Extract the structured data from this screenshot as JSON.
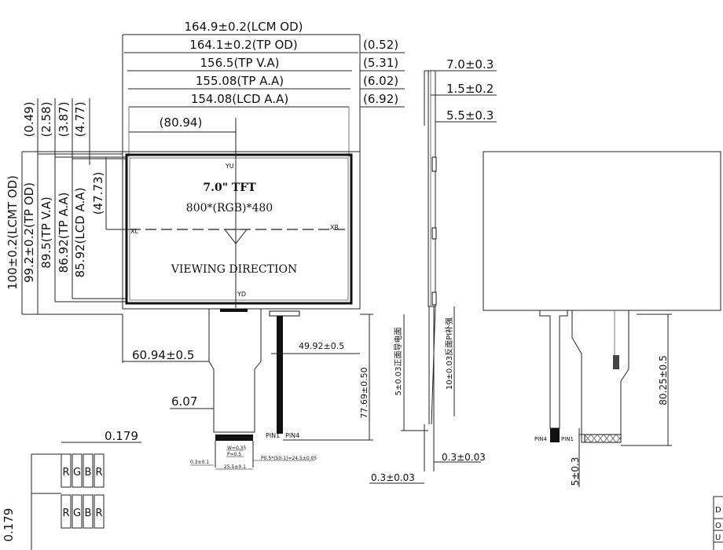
{
  "top_dims": {
    "lcm_od": "164.9±0.2(LCM OD)",
    "tp_od": "164.1±0.2(TP OD)",
    "tp_va": "156.5(TP V.A)",
    "tp_aa": "155.08(TP A.A)",
    "lcd_aa": "154.08(LCD A.A)",
    "offset_80": "(80.94)",
    "r_052": "(0.52)",
    "r_531": "(5.31)",
    "r_602": "(6.02)",
    "r_692": "(6.92)"
  },
  "left_dims": {
    "lcmt_od": "100±0.2(LCMT OD)",
    "tp_od": "99.2±0.2(TP OD)",
    "tp_va": "89.5(TP V.A)",
    "tp_aa": "86.92(TP A.A)",
    "lcd_aa": "85.92(LCD A.A)",
    "center": "(47.73)",
    "t_049": "(0.49)",
    "t_258": "(2.58)",
    "t_387": "(3.87)",
    "t_477": "(4.77)"
  },
  "screen": {
    "title": "7.0\" TFT",
    "resolution": "800*(RGB)*480",
    "viewing": "VIEWING DIRECTION",
    "yu": "YU",
    "yd": "YD",
    "xl": "XL",
    "xr": "XR"
  },
  "fpc": {
    "left_offset": "60.94±0.5",
    "right_offset": "49.92±0.5",
    "length": "77.69±0.50",
    "narrow": "6.07",
    "width": "W=0.35",
    "pitch": "P=0.5",
    "pitch_total": "P0.5*(50-1)=24.5±0.05",
    "tail": "0.3±0.1",
    "total": "25.5±0.1",
    "pin1": "PIN1",
    "pin4": "PIN4"
  },
  "side": {
    "d1": "7.0±0.3",
    "d2": "1.5±0.2",
    "d3": "5.5±0.3",
    "front_note": "5±0.03正面导电面",
    "back_note": "10±0.03反面PI补强",
    "t1": "0.3±0.03",
    "t2": "0.3±0.03"
  },
  "back": {
    "length": "80.25±0.5",
    "tail": "5±0.3",
    "pin4": "PIN4",
    "pin1": "PIN1"
  },
  "pixel": {
    "pitch_h": "0.179",
    "pitch_v": "0.179",
    "row1": [
      "R",
      "G",
      "B",
      "R"
    ],
    "row2": [
      "R",
      "G",
      "B",
      "R"
    ]
  },
  "title_block": {
    "rows": [
      "D",
      "O",
      "U"
    ]
  }
}
